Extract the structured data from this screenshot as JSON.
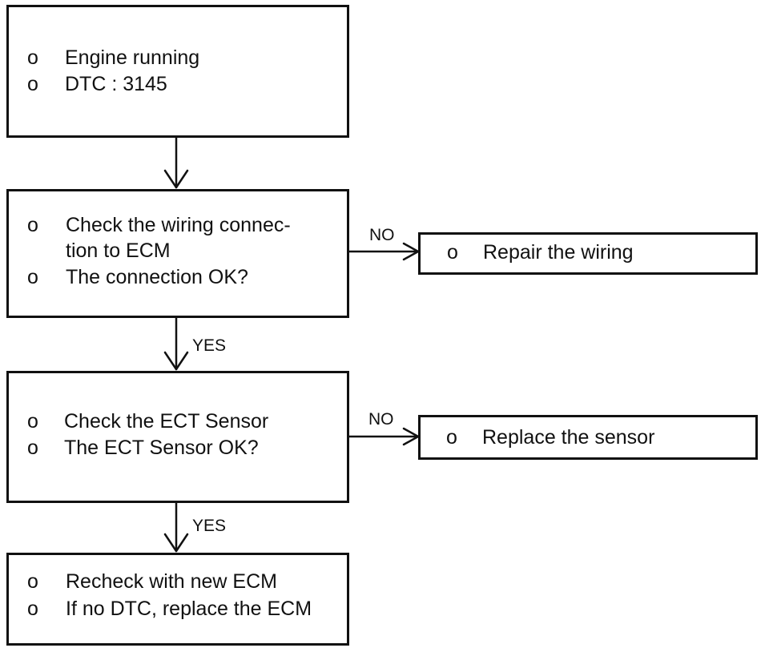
{
  "bullet": "o",
  "steps": [
    {
      "lines": [
        "Engine running",
        "DTC : 3145"
      ]
    },
    {
      "lines": [
        "Check the wiring connec-",
        "tion to ECM",
        "The connection OK?"
      ]
    },
    {
      "lines": [
        "Check the ECT Sensor",
        "The ECT Sensor OK?"
      ]
    },
    {
      "lines": [
        "Recheck with new ECM",
        "If no DTC, replace the ECM"
      ]
    }
  ],
  "actions": [
    {
      "lines": [
        "Repair the wiring"
      ]
    },
    {
      "lines": [
        "Replace the sensor"
      ]
    }
  ],
  "labels": {
    "no": "NO",
    "yes": "YES"
  }
}
